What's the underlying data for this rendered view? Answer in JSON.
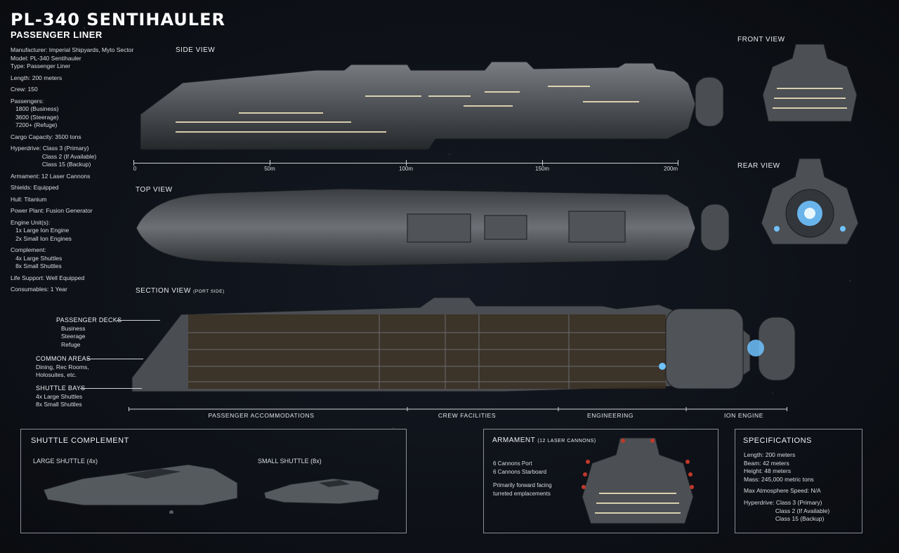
{
  "title": "PL-340 SENTIHAULER",
  "subtitle": "PASSENGER LINER",
  "specs_left": [
    "Manufacturer: Imperial Shipyards, Myto Sector",
    "Model: PL-340 Sentihauler",
    "Type: Passenger Liner",
    "",
    "Length: 200 meters",
    "",
    "Crew: 150",
    "",
    "Passengers:",
    "   1800 (Business)",
    "   3600 (Steerage)",
    "   7200+ (Refuge)",
    "",
    "Cargo Capacity: 3500 tons",
    "",
    "Hyperdrive: Class 3 (Primary)",
    "                   Class 2 (If Available)",
    "                   Class 15 (Backup)",
    "",
    "Armament: 12 Laser Cannons",
    "",
    "Shields: Equipped",
    "",
    "Hull: Titanium",
    "",
    "Power Plant: Fusion Generator",
    "",
    "Engine Unit(s):",
    "   1x Large Ion Engine",
    "   2x Small Ion Engines",
    "",
    "Complement:",
    "   4x Large Shuttles",
    "   8x Small Shuttles",
    "",
    "Life Support: Well Equipped",
    "",
    "Consumables: 1 Year"
  ],
  "views": {
    "side": "SIDE VIEW",
    "top": "TOP VIEW",
    "front": "FRONT VIEW",
    "rear": "REAR VIEW",
    "section": "SECTION VIEW",
    "section_note": "(PORT SIDE)"
  },
  "scale": {
    "ticks": [
      "0",
      "50m",
      "100m",
      "150m",
      "200m"
    ]
  },
  "callouts": {
    "passenger_decks": {
      "head": "PASSENGER DECKS",
      "items": [
        "Business",
        "Steerage",
        "Refuge"
      ]
    },
    "common_areas": {
      "head": "COMMON AREAS",
      "items": [
        "Dining, Rec Rooms,",
        "Holosuites, etc."
      ]
    },
    "shuttle_bays": {
      "head": "SHUTTLE BAYS",
      "items": [
        "4x Large Shuttles",
        "8x Small Shuttles"
      ]
    }
  },
  "sections": [
    "PASSENGER ACCOMMODATIONS",
    "CREW FACILITIES",
    "ENGINEERING",
    "ION ENGINE"
  ],
  "shuttle_box": {
    "title": "SHUTTLE COMPLEMENT",
    "large": "LARGE SHUTTLE (4x)",
    "small": "SMALL SHUTTLE (8x)"
  },
  "armament_box": {
    "title": "ARMAMENT",
    "title_note": "(12 LASER CANNONS)",
    "lines": [
      "6 Cannons Port",
      "6 Cannons Starboard",
      "",
      "Primarily forward facing",
      "turreted emplacements"
    ]
  },
  "spec_box": {
    "title": "SPECIFICATIONS",
    "lines": [
      "Length: 200 meters",
      "Beam: 42 meters",
      "Height: 48 meters",
      "Mass: 245,000 metric tons",
      "",
      "Max Atmosphere Speed: N/A",
      "",
      "Hyperdrive: Class 3 (Primary)",
      "                   Class 2 (If Available)",
      "                   Class 15 (Backup)"
    ]
  },
  "colors": {
    "hull": "#5a5d61",
    "hull_dark": "#2c2f33",
    "window": "#f2e6c0",
    "engine_glow": "#6fc2ff",
    "cannon": "#c0392b",
    "interior": "#3a2f22"
  }
}
